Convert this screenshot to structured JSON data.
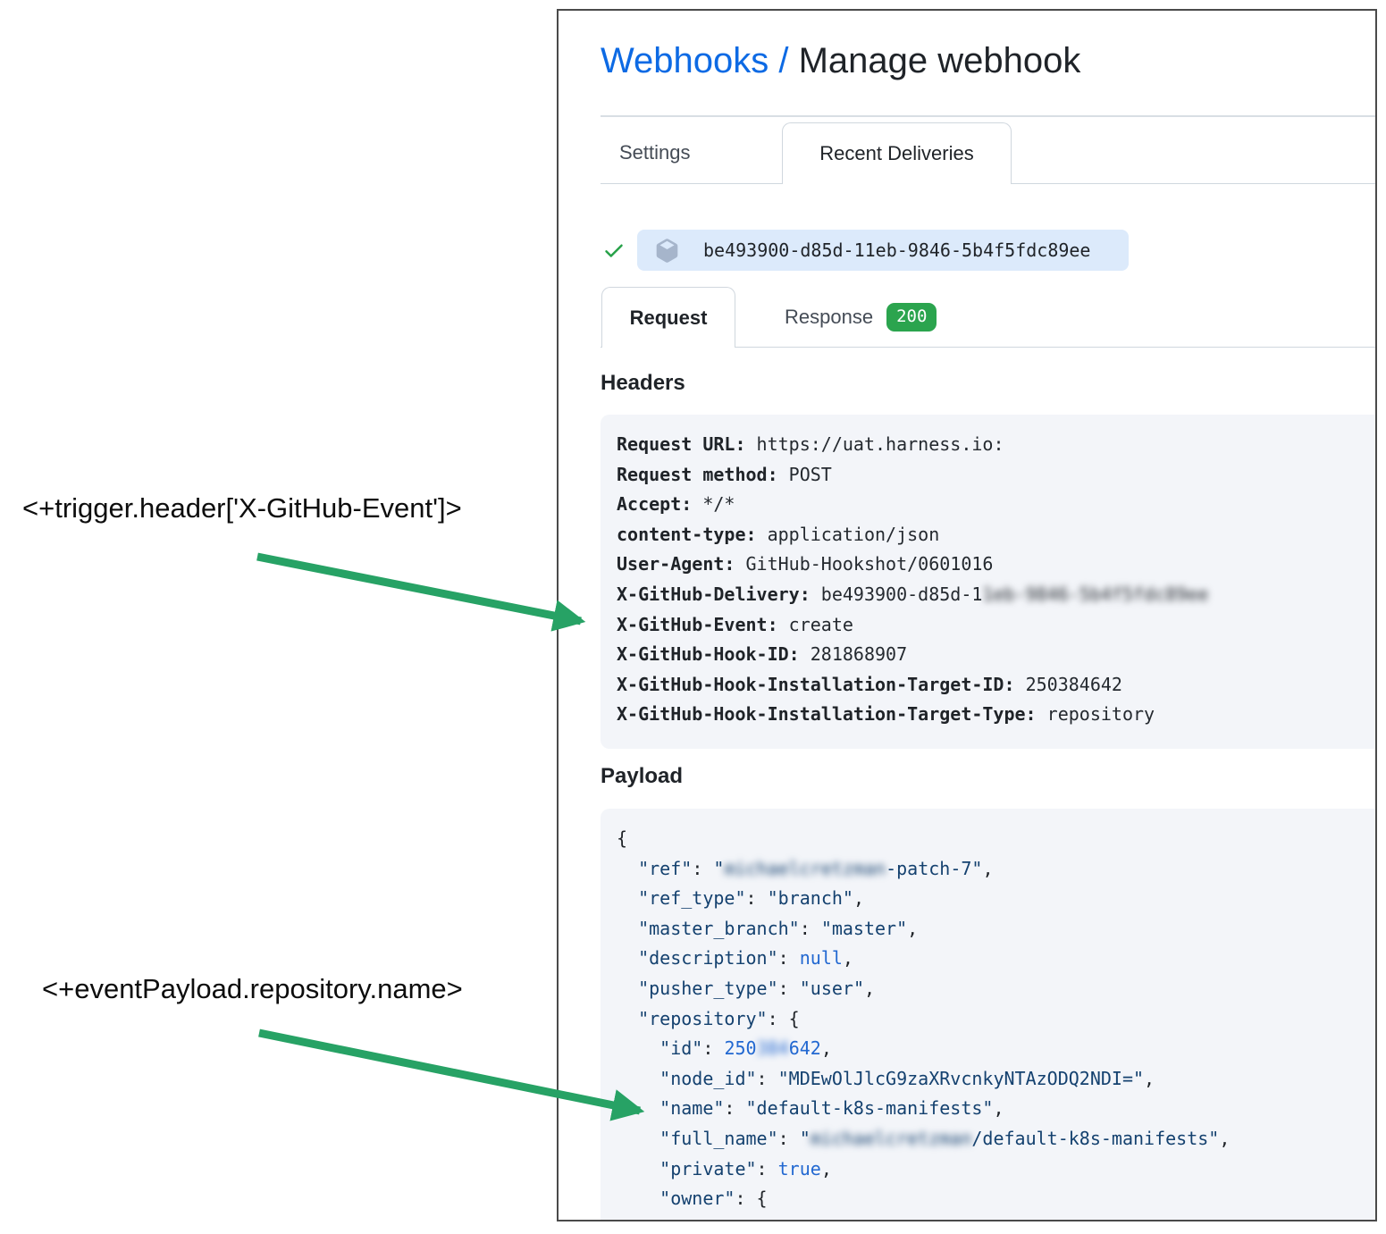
{
  "colors": {
    "link_blue": "#0d6ae4",
    "arrow_green": "#27a265",
    "check_green": "#26a148",
    "badge_green": "#2ba44e",
    "pill_blue": "#dceafb",
    "code_box_gray": "#f3f5f9",
    "key_navy": "#14416f",
    "const_blue": "#2268d1"
  },
  "annotations": {
    "trigger_expression": "<+trigger.header['X-GitHub-Event']>",
    "payload_expression": "<+eventPayload.repository.name>"
  },
  "breadcrumb": {
    "link": "Webhooks / ",
    "current": "Manage webhook"
  },
  "tabs": {
    "settings": "Settings",
    "recent_deliveries": "Recent Deliveries"
  },
  "delivery": {
    "guid": "be493900-d85d-11eb-9846-5b4f5fdc89ee",
    "icons": {
      "status": "check-icon",
      "guid": "package-icon"
    }
  },
  "subtabs": {
    "request": "Request",
    "response": "Response",
    "response_status": "200"
  },
  "sections": {
    "headers": "Headers",
    "payload": "Payload"
  },
  "headers": [
    {
      "label": "Request URL:",
      "value": "https://uat.harness.io:"
    },
    {
      "label": "Request method:",
      "value": "POST"
    },
    {
      "label": "Accept:",
      "value": "*/*"
    },
    {
      "label": "content-type:",
      "value": "application/json"
    },
    {
      "label": "User-Agent:",
      "value": "GitHub-Hookshot/0601016"
    },
    {
      "label": "X-GitHub-Delivery:",
      "value": "be493900-d85d-1",
      "redacted": "1eb-9846-5b4f5fdc89ee"
    },
    {
      "label": "X-GitHub-Event:",
      "value": "create"
    },
    {
      "label": "X-GitHub-Hook-ID:",
      "value": "281868907"
    },
    {
      "label": "X-GitHub-Hook-Installation-Target-ID:",
      "value": "250384642"
    },
    {
      "label": "X-GitHub-Hook-Installation-Target-Type:",
      "value": "repository"
    }
  ],
  "payload_lines": [
    [
      {
        "t": "{",
        "c": "pun"
      }
    ],
    [
      {
        "t": "  ",
        "c": "pun"
      },
      {
        "t": "\"ref\"",
        "c": "key"
      },
      {
        "t": ": ",
        "c": "pun"
      },
      {
        "t": "\"",
        "c": "str"
      },
      {
        "t": "michaelcretzman",
        "c": "str",
        "b": true
      },
      {
        "t": "-patch-7\"",
        "c": "str"
      },
      {
        "t": ",",
        "c": "pun"
      }
    ],
    [
      {
        "t": "  ",
        "c": "pun"
      },
      {
        "t": "\"ref_type\"",
        "c": "key"
      },
      {
        "t": ": ",
        "c": "pun"
      },
      {
        "t": "\"branch\"",
        "c": "str"
      },
      {
        "t": ",",
        "c": "pun"
      }
    ],
    [
      {
        "t": "  ",
        "c": "pun"
      },
      {
        "t": "\"master_branch\"",
        "c": "key"
      },
      {
        "t": ": ",
        "c": "pun"
      },
      {
        "t": "\"master\"",
        "c": "str"
      },
      {
        "t": ",",
        "c": "pun"
      }
    ],
    [
      {
        "t": "  ",
        "c": "pun"
      },
      {
        "t": "\"description\"",
        "c": "key"
      },
      {
        "t": ": ",
        "c": "pun"
      },
      {
        "t": "null",
        "c": "const"
      },
      {
        "t": ",",
        "c": "pun"
      }
    ],
    [
      {
        "t": "  ",
        "c": "pun"
      },
      {
        "t": "\"pusher_type\"",
        "c": "key"
      },
      {
        "t": ": ",
        "c": "pun"
      },
      {
        "t": "\"user\"",
        "c": "str"
      },
      {
        "t": ",",
        "c": "pun"
      }
    ],
    [
      {
        "t": "  ",
        "c": "pun"
      },
      {
        "t": "\"repository\"",
        "c": "key"
      },
      {
        "t": ": {",
        "c": "pun"
      }
    ],
    [
      {
        "t": "    ",
        "c": "pun"
      },
      {
        "t": "\"id\"",
        "c": "key"
      },
      {
        "t": ": ",
        "c": "pun"
      },
      {
        "t": "250",
        "c": "const"
      },
      {
        "t": "384",
        "c": "const",
        "b": true
      },
      {
        "t": "642",
        "c": "const"
      },
      {
        "t": ",",
        "c": "pun"
      }
    ],
    [
      {
        "t": "    ",
        "c": "pun"
      },
      {
        "t": "\"node_id\"",
        "c": "key"
      },
      {
        "t": ": ",
        "c": "pun"
      },
      {
        "t": "\"MDEwOlJlcG9zaXRvcnkyNTAzODQ2NDI=\"",
        "c": "str"
      },
      {
        "t": ",",
        "c": "pun"
      }
    ],
    [
      {
        "t": "    ",
        "c": "pun"
      },
      {
        "t": "\"name\"",
        "c": "key"
      },
      {
        "t": ": ",
        "c": "pun"
      },
      {
        "t": "\"default-k8s-manifests\"",
        "c": "str"
      },
      {
        "t": ",",
        "c": "pun"
      }
    ],
    [
      {
        "t": "    ",
        "c": "pun"
      },
      {
        "t": "\"full_name\"",
        "c": "key"
      },
      {
        "t": ": ",
        "c": "pun"
      },
      {
        "t": "\"",
        "c": "str"
      },
      {
        "t": "michaelcretzman",
        "c": "str",
        "b": true
      },
      {
        "t": "/default-k8s-manifests\"",
        "c": "str"
      },
      {
        "t": ",",
        "c": "pun"
      }
    ],
    [
      {
        "t": "    ",
        "c": "pun"
      },
      {
        "t": "\"private\"",
        "c": "key"
      },
      {
        "t": ": ",
        "c": "pun"
      },
      {
        "t": "true",
        "c": "const"
      },
      {
        "t": ",",
        "c": "pun"
      }
    ],
    [
      {
        "t": "    ",
        "c": "pun"
      },
      {
        "t": "\"owner\"",
        "c": "key"
      },
      {
        "t": ": {",
        "c": "pun"
      }
    ]
  ]
}
